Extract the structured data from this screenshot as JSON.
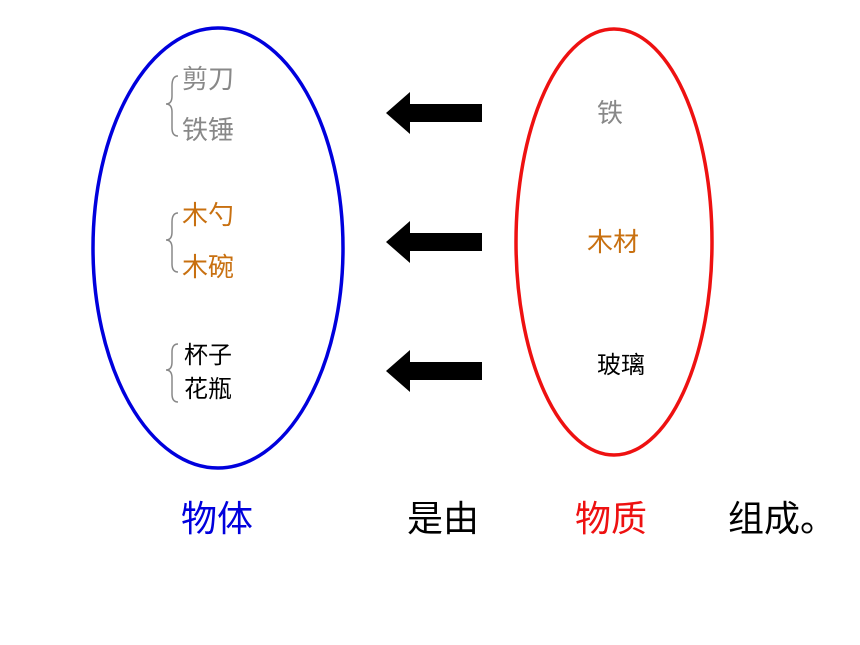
{
  "colors": {
    "objects_group": "#0000dd",
    "materials_group": "#ee1111",
    "iron": "#888888",
    "wood": "#c87010",
    "glass": "#000000",
    "arrow": "#000000",
    "caption_objects": "#0000dd",
    "caption_materials": "#ee1111",
    "caption_text": "#000000"
  },
  "objects": {
    "iron_items": [
      "剪刀",
      "铁锤"
    ],
    "wood_items": [
      "木勺",
      "木碗"
    ],
    "glass_items": [
      "杯子",
      "花瓶"
    ]
  },
  "materials": {
    "iron": "铁",
    "wood": "木材",
    "glass": "玻璃"
  },
  "sentence": {
    "objects_word": "物体",
    "connector": "是由",
    "materials_word": "物质",
    "ending": "组成。"
  }
}
